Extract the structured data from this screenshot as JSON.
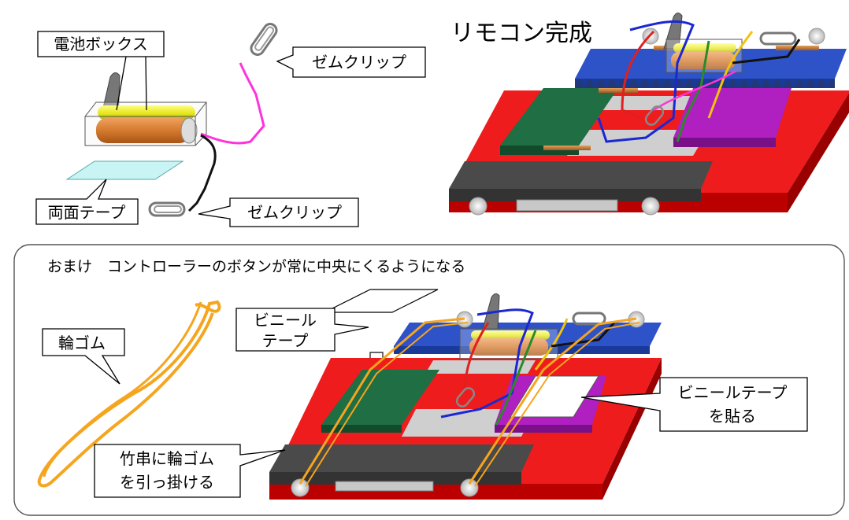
{
  "battery_box_label": "電池ボックス",
  "clip_label_top": "ゼムクリップ",
  "clip_label_bottom": "ゼムクリップ",
  "tape_label": "両面テープ",
  "title": "リモコン完成",
  "bonus_note": "おまけ　コントローラーのボタンが常に中央にくるようになる",
  "rubber_label": "輪ゴム",
  "vinyl_tape_label": [
    "ビニール",
    "テープ"
  ],
  "vinyl_apply_label": [
    "ビニールテープ",
    "を貼る"
  ],
  "skewer_label": [
    "竹串に輪ゴム",
    "を引っ掛ける"
  ],
  "colors": {
    "red": "#ee1c1c",
    "blue": "#2e52c8",
    "green": "#1f6e44",
    "magenta": "#b020c0",
    "gray": "#4a4a4a",
    "orange_battery": "#d47a2c",
    "yellow_battery": "#e4e41a",
    "wire_magenta": "#ff33dd",
    "rubber_band": "#f5a51e",
    "tape_blue": "#c8f4f4"
  }
}
